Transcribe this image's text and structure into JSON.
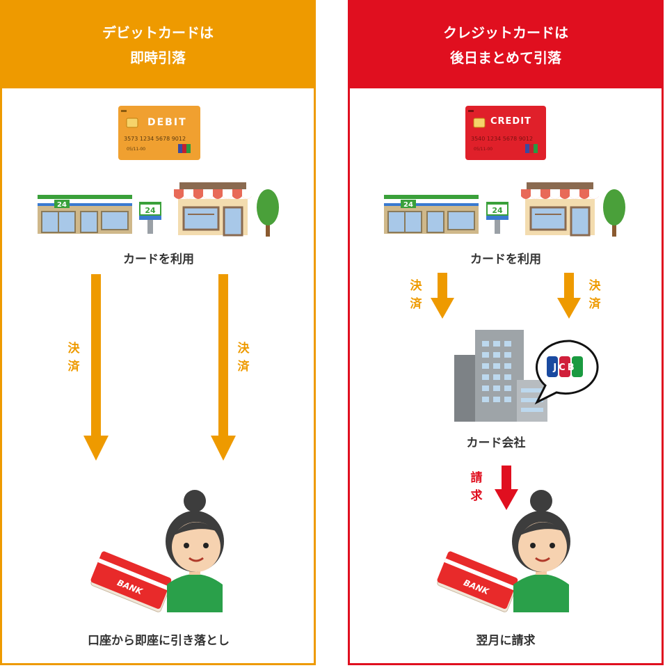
{
  "debit": {
    "header_line1": "デビットカードは",
    "header_line2": "即時引落",
    "card": {
      "brand": "DEBIT",
      "number": "3573  1234  5678  9012",
      "expiry": "05/11-00",
      "color": "#f0a030"
    },
    "store_sign": "24",
    "use_label": "カードを利用",
    "settle_left": [
      "決",
      "済"
    ],
    "settle_right": [
      "決",
      "済"
    ],
    "bank_text": "BANK",
    "result_label": "口座から即座に引き落とし",
    "accent": "#ee9a00"
  },
  "credit": {
    "header_line1": "クレジットカードは",
    "header_line2": "後日まとめて引落",
    "card": {
      "brand": "CREDIT",
      "number": "3540  1234  5678  9012",
      "expiry": "05/11-00",
      "color": "#e0202a"
    },
    "store_sign": "24",
    "use_label": "カードを利用",
    "settle_left": [
      "決",
      "済"
    ],
    "settle_right": [
      "決",
      "済"
    ],
    "company_logo": "JCB",
    "company_label": "カード会社",
    "bill_label": [
      "請",
      "求"
    ],
    "bank_text": "BANK",
    "result_label": "翌月に請求",
    "accent": "#e00f1f"
  }
}
